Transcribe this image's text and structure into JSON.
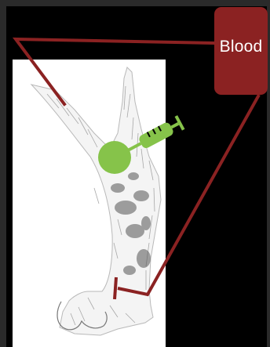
{
  "diagram": {
    "label_box": {
      "text": "Blood",
      "color": "#8b2222"
    },
    "colors": {
      "outer_border": "#2a2a2a",
      "panel_black": "#000000",
      "panel_white": "#ffffff",
      "line": "#8b2222",
      "syringe": "#86c34a",
      "injection_dot": "#86c34a"
    },
    "illustration": "leg-sketch",
    "icons": [
      "syringe-icon",
      "injection-site-dot",
      "line-end-cap"
    ]
  }
}
